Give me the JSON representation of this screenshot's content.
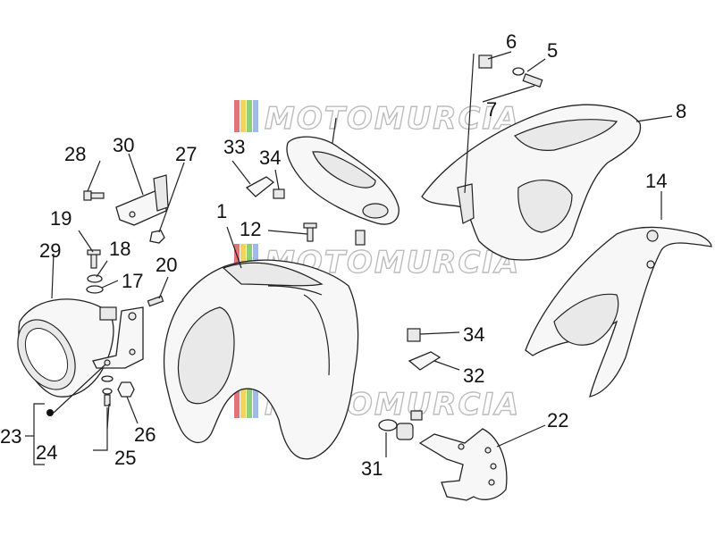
{
  "watermark": {
    "text": "MOTOMURCIA",
    "stripe_colors": [
      "#e57373",
      "#f3d35c",
      "#8fcf7c",
      "#9fbce6"
    ]
  },
  "callouts": [
    {
      "id": "1",
      "label": "1"
    },
    {
      "id": "5",
      "label": "5"
    },
    {
      "id": "6",
      "label": "6"
    },
    {
      "id": "7",
      "label": "7"
    },
    {
      "id": "8",
      "label": "8"
    },
    {
      "id": "12",
      "label": "12"
    },
    {
      "id": "14",
      "label": "14"
    },
    {
      "id": "17",
      "label": "17"
    },
    {
      "id": "18",
      "label": "18"
    },
    {
      "id": "19",
      "label": "19"
    },
    {
      "id": "20",
      "label": "20"
    },
    {
      "id": "22",
      "label": "22"
    },
    {
      "id": "23",
      "label": "23"
    },
    {
      "id": "24",
      "label": "24"
    },
    {
      "id": "25",
      "label": "25"
    },
    {
      "id": "26",
      "label": "26"
    },
    {
      "id": "27",
      "label": "27"
    },
    {
      "id": "28",
      "label": "28"
    },
    {
      "id": "29",
      "label": "29"
    },
    {
      "id": "30",
      "label": "30"
    },
    {
      "id": "31",
      "label": "31"
    },
    {
      "id": "32",
      "label": "32"
    },
    {
      "id": "33",
      "label": "33"
    },
    {
      "id": "34a",
      "label": "34"
    },
    {
      "id": "34b",
      "label": "34"
    }
  ]
}
